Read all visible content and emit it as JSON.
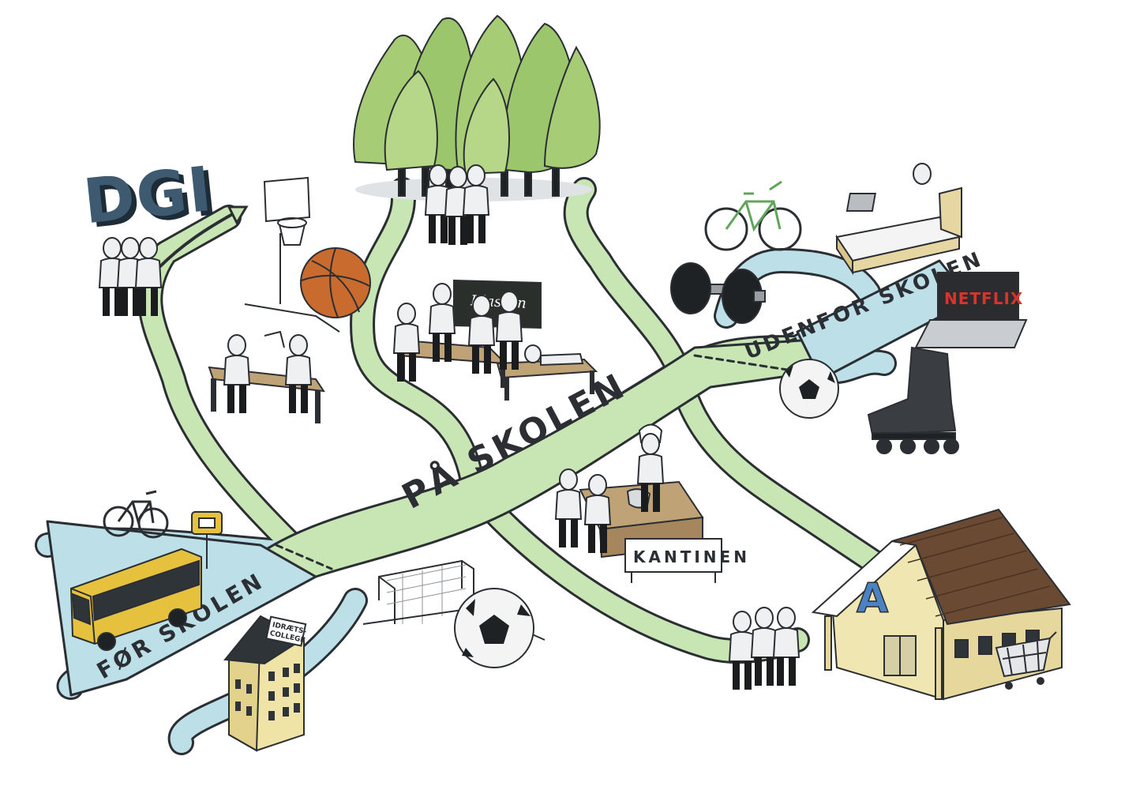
{
  "labels": {
    "dgi": "DGI",
    "klassen": "Klassen",
    "netflix": "NETFLIX",
    "udenfor": "UDENFOR SKOLEN",
    "paa_skolen": "PÅ SKOLEN",
    "foer_skolen": "FØR SKOLEN",
    "kantinen": "KANTINEN",
    "idraets_1": "IDRÆTS-",
    "idraets_2": "COLLEGE",
    "store_logo": "A"
  },
  "colors": {
    "path_green": "#c8e6b4",
    "path_blue": "#bcdfe8",
    "outline": "#2b2f33",
    "tree": "#9cc66b",
    "bus": "#e5c13e",
    "dgi": "#3d5a70",
    "netflix": "#d8342c",
    "ball": "#c96a2e",
    "roof": "#6b4a33",
    "store_logo": "#4a82c4"
  },
  "icons": [
    "dgi-logo",
    "basketball-hoop-icon",
    "basketball-icon",
    "forest-icon",
    "classroom-icon",
    "bicycle-icon",
    "dumbbell-icon",
    "bed-icon",
    "laptop-icon",
    "soccer-ball-icon",
    "inline-skate-icon",
    "bus-icon",
    "bus-stop-sign-icon",
    "dormitory-building-icon",
    "soccer-goal-icon",
    "canteen-counter-icon",
    "supermarket-icon",
    "shopping-cart-icon",
    "person-figure-icon"
  ]
}
